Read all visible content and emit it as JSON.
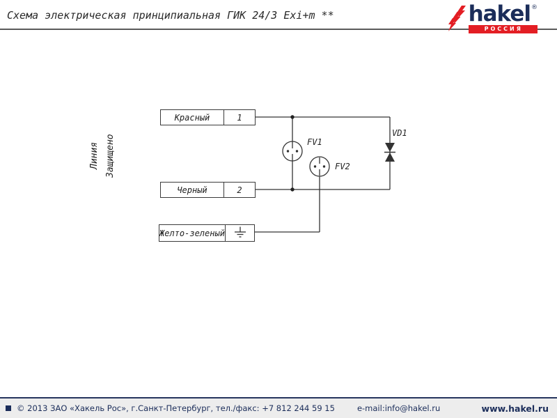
{
  "header": {
    "title": "Схема электрическая принципиальная ГИК 24/3 Exi+m **",
    "logo": {
      "brand": "hakel",
      "registered": "®",
      "country": "РОССИЯ"
    }
  },
  "schematic": {
    "side_labels": {
      "line": "Линия",
      "protected": "Защищено"
    },
    "terminals": [
      {
        "name": "Красный",
        "pin": "1"
      },
      {
        "name": "Черный",
        "pin": "2"
      },
      {
        "name": "Желто-зеленый"
      }
    ],
    "components": {
      "fv1": "FV1",
      "fv2": "FV2",
      "vd1": "VD1"
    }
  },
  "footer": {
    "copyright": "© 2013 ЗАО «Хакель Рос», г.Санкт-Петербург, тел./факс: +7 812 244 59 15",
    "email": "e-mail:info@hakel.ru",
    "website": "www.hakel.ru"
  },
  "colors": {
    "brand_navy": "#1b2d5a",
    "brand_red": "#e31e24",
    "line_color": "#333333",
    "footer_bg": "#ededed"
  }
}
